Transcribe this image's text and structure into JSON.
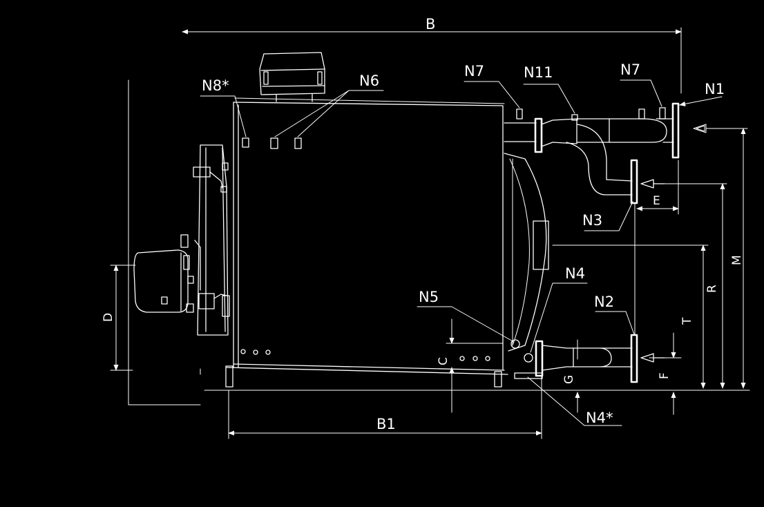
{
  "colors": {
    "background": "#000000",
    "lines": "#ffffff"
  },
  "dimensions": {
    "B": "B",
    "B1": "B1",
    "C": "C",
    "D": "D",
    "E": "E",
    "F": "F",
    "G": "G",
    "M": "M",
    "R": "R",
    "T": "T"
  },
  "nozzles": {
    "N1": "N1",
    "N2": "N2",
    "N3": "N3",
    "N4": "N4",
    "N4_star": "N4*",
    "N5": "N5",
    "N6": "N6",
    "N7_left": "N7",
    "N7_right": "N7",
    "N8_star": "N8*",
    "N11": "N11"
  }
}
